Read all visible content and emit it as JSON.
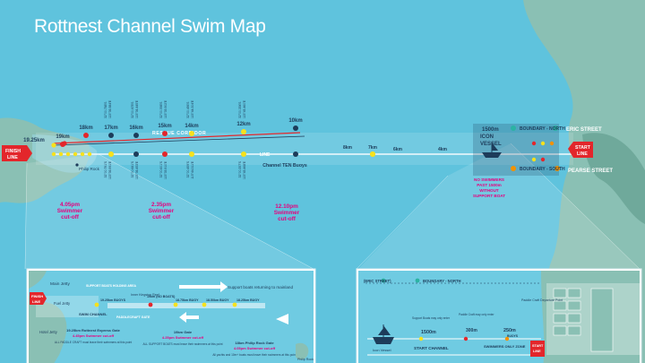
{
  "title": "Rottnest Channel Swim Map",
  "colors": {
    "ocean": "#5fc3dd",
    "land": "#8ac0b4",
    "land_dark": "#6fa99b",
    "shallow": "#9bd7e6",
    "magenta": "#e6007e",
    "red": "#e3262b",
    "yellow": "#f7e11c",
    "orange": "#f39200",
    "teal": "#2bb3a3",
    "navy": "#1d3c5a"
  },
  "route": {
    "finish_line": "FINISH LINE",
    "start_line": "START LINE",
    "rescue_corridor": "RESCUE CORRIDOR",
    "line_label": "LINE",
    "philip_rock": "Philip Rock",
    "channel_ten": "Channel TEN Buoys",
    "icon_vessel": "1500m ICON VESSEL",
    "no_swimmers": "NO SWIMMERS PAST 1500m WITHOUT SUPPORT BOAT",
    "boundary_north": "BOUNDARY - NORTH",
    "boundary_south": "BOUNDARY - SOUTH",
    "eric_street": "ERIC STREET",
    "pearse_street": "PEARSE STREET"
  },
  "distances": [
    {
      "label": "19.25km"
    },
    {
      "label": "19km"
    },
    {
      "label": "18km"
    },
    {
      "label": "17km"
    },
    {
      "label": "16km"
    },
    {
      "label": "15km"
    },
    {
      "label": "14km"
    },
    {
      "label": "12km"
    },
    {
      "label": "10km"
    },
    {
      "label": "8km"
    },
    {
      "label": "7km"
    },
    {
      "label": "6km"
    },
    {
      "label": "4km"
    }
  ],
  "cutoffs": [
    {
      "time": "4.05pm",
      "text": "Swimmer cut-off"
    },
    {
      "time": "2.35pm",
      "text": "Swimmer cut-off"
    },
    {
      "time": "12.10pm",
      "text": "Swimmer cut-off"
    }
  ],
  "coords": [
    {
      "north": "32°00.788'S",
      "south": "32°00.791'S",
      "east_n": "115°36.984'E",
      "east_s": "115°36.991'E"
    },
    {
      "north": "32°00.678'S",
      "south": "32°00.681'S",
      "east_n": "115°36.445'E",
      "east_s": "115°36.453'E"
    },
    {
      "north": "32°00.598'S",
      "south": "32°00.601'S",
      "east_n": "115°35.902'E",
      "east_s": "115°35.910'E"
    },
    {
      "north": "32°00.456'S",
      "south": "32°00.459'S",
      "east_n": "115°44.304'E",
      "east_s": "115°44.311'E"
    },
    {
      "north": "32°00.354'S",
      "south": "32°00.357'S",
      "east_n": "115°45.460'E",
      "east_s": "115°45.468'E"
    }
  ],
  "inset_left": {
    "main_jetty": "Main Jetty",
    "fuel_jetty": "Fuel Jetty",
    "hotel_jetty": "Hotel Jetty",
    "finish_line": "FINISH LINE",
    "swim_channel": "SWIM CHANNEL",
    "paddle_craft": "PADDLECRAFT GATE",
    "support_boats_return": "Support boats returning to mainland",
    "support_boats_holding": "SUPPORT BOATS HOLDING AREA",
    "buoy_a": "19.25km BUOYS",
    "buoy_b": "19km (NO BOATS)",
    "buoy_c": "18.75km BUOY",
    "buoy_d": "18.50km BUOY",
    "buoy_e": "18.25km BUOY",
    "inner_kingston": "Inner Kingston Reef",
    "gate1_title": "19.25km Rottnest Express Gate",
    "gate1_time": "4.45pm Swimmer cut-off",
    "gate1_note": "ALL PADDLE CRAFT must leave their swimmers at this point",
    "gate2_title": "19km Gate",
    "gate2_time": "4.25pm Swimmer cut-off",
    "gate2_note": "ALL SUPPORT BOATS must leave their swimmers at this point",
    "gate3_title": "18km Philip Rock Gate",
    "gate3_time": "4.05pm Swimmer cut-off",
    "gate3_note": "All yachts and 10m+ boats must leave their swimmers at this point",
    "philip_rock": "Philip Rock"
  },
  "inset_right": {
    "eric_street": "(ERIC STREET)",
    "boundary_north": "BOUNDARY - NORTH",
    "paddle_craft_point": "Paddle Craft Departure Point",
    "support_boats_note": "Support Boats may only enter",
    "paddle_note": "Paddle Craft may only enter",
    "dist_1500": "1500m",
    "dist_300": "300m",
    "dist_250": "250m",
    "buoys": "BUOYS",
    "icon_vessel": "Icon Vessel",
    "start_channel": "START CHANNEL",
    "swimmers_only": "SWIMMERS ONLY ZONE",
    "start_line": "START LINE"
  }
}
